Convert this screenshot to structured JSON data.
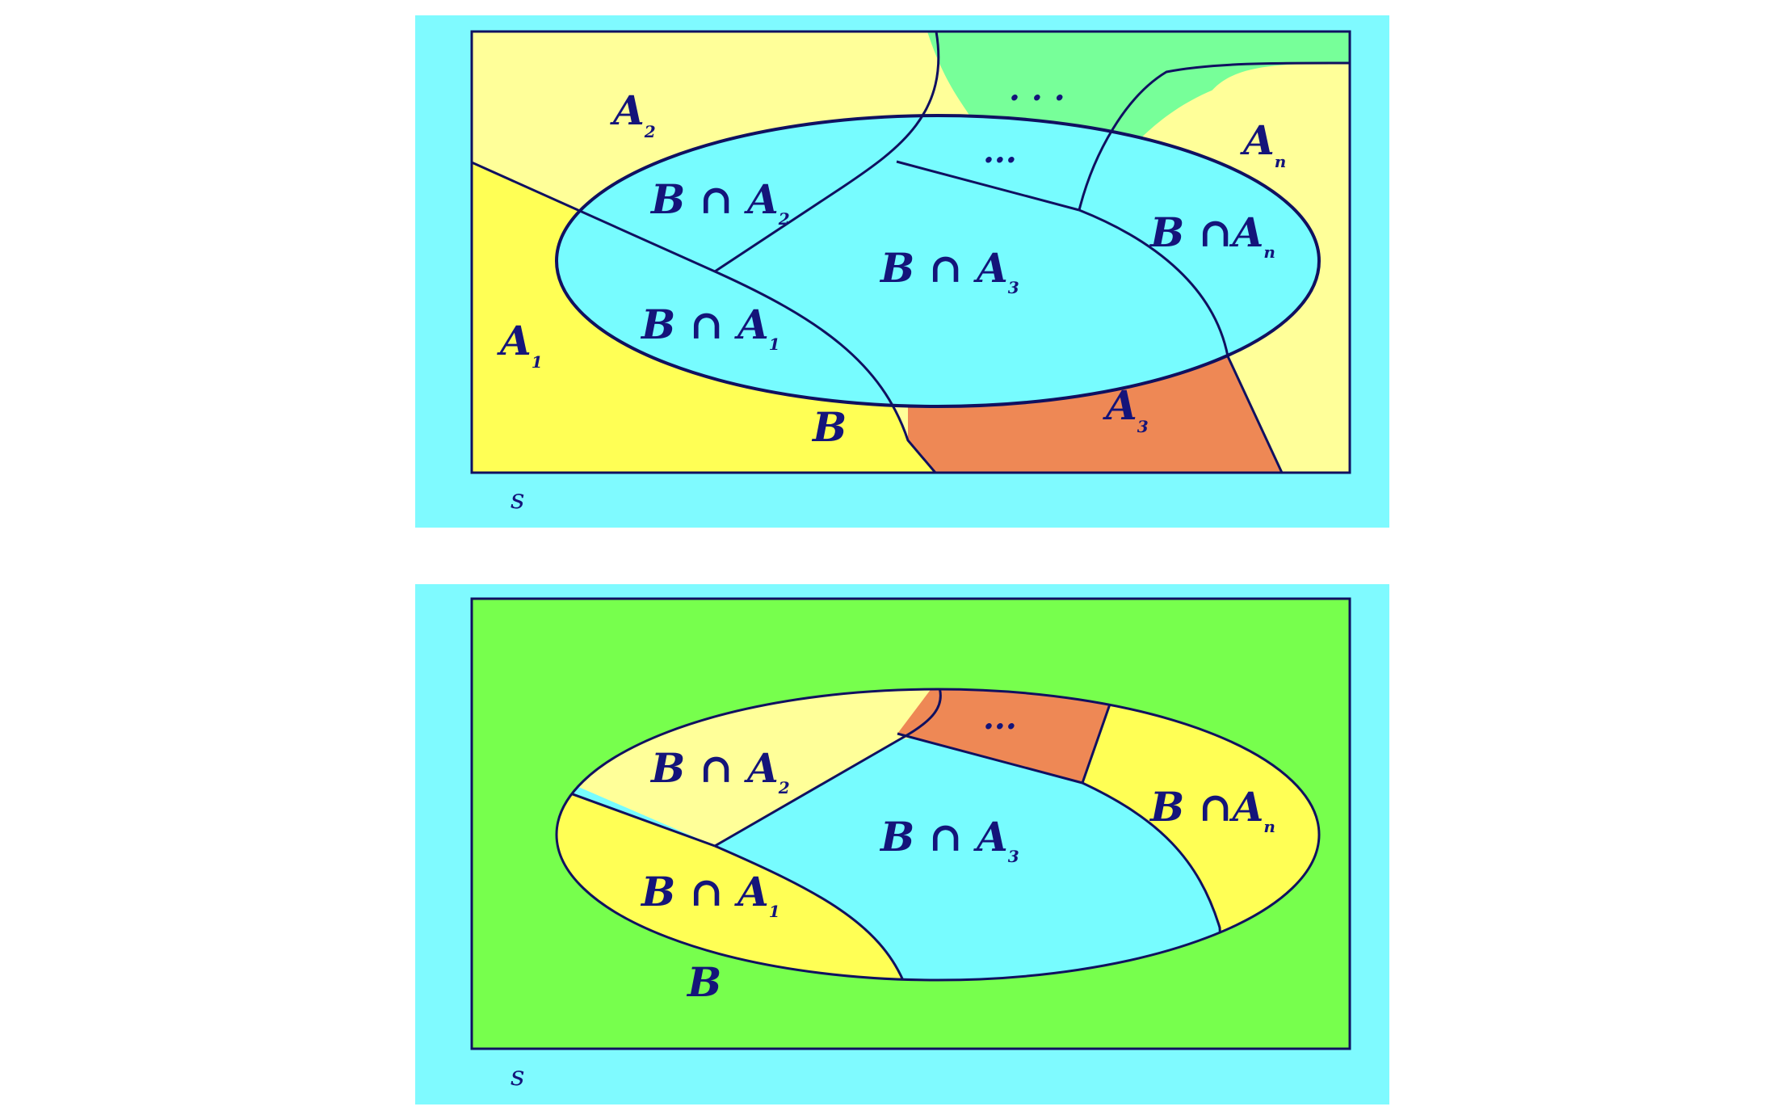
{
  "top_diagram": {
    "universe_label": "s",
    "set_B_label": "B",
    "regions": {
      "a1": {
        "letter": "A",
        "sub": "1"
      },
      "a2": {
        "letter": "A",
        "sub": "2"
      },
      "a3": {
        "letter": "A",
        "sub": "3"
      },
      "an": {
        "letter": "A",
        "sub": "n"
      },
      "outer_dots": "· · ·"
    },
    "intersections": {
      "b_a1": {
        "prefix": "B ∩ A",
        "sub": "1"
      },
      "b_a2": {
        "prefix": "B ∩ A",
        "sub": "2"
      },
      "b_a3": {
        "prefix": "B ∩ A",
        "sub": "3"
      },
      "b_an": {
        "prefix": "B ∩A",
        "sub": "n"
      },
      "inner_dots": "···"
    }
  },
  "bottom_diagram": {
    "universe_label": "s",
    "set_B_label": "B",
    "intersections": {
      "b_a1": {
        "prefix": "B ∩ A",
        "sub": "1"
      },
      "b_a2": {
        "prefix": "B ∩ A",
        "sub": "2"
      },
      "b_a3": {
        "prefix": "B ∩ A",
        "sub": "3"
      },
      "b_an": {
        "prefix": "B ∩A",
        "sub": "n"
      },
      "inner_dots": "···"
    }
  },
  "colors": {
    "panel_bg": "#7ffaff",
    "a1_fill": "#ffff55",
    "a2_fill": "#ffff99",
    "a3_fill": "#ee8855",
    "an_fill": "#ffff99",
    "dots_region_fill": "#77ff99",
    "ellipse_fill": "#77fcff",
    "bottom_outer_fill": "#77ff4d",
    "ink": "#14147a"
  }
}
